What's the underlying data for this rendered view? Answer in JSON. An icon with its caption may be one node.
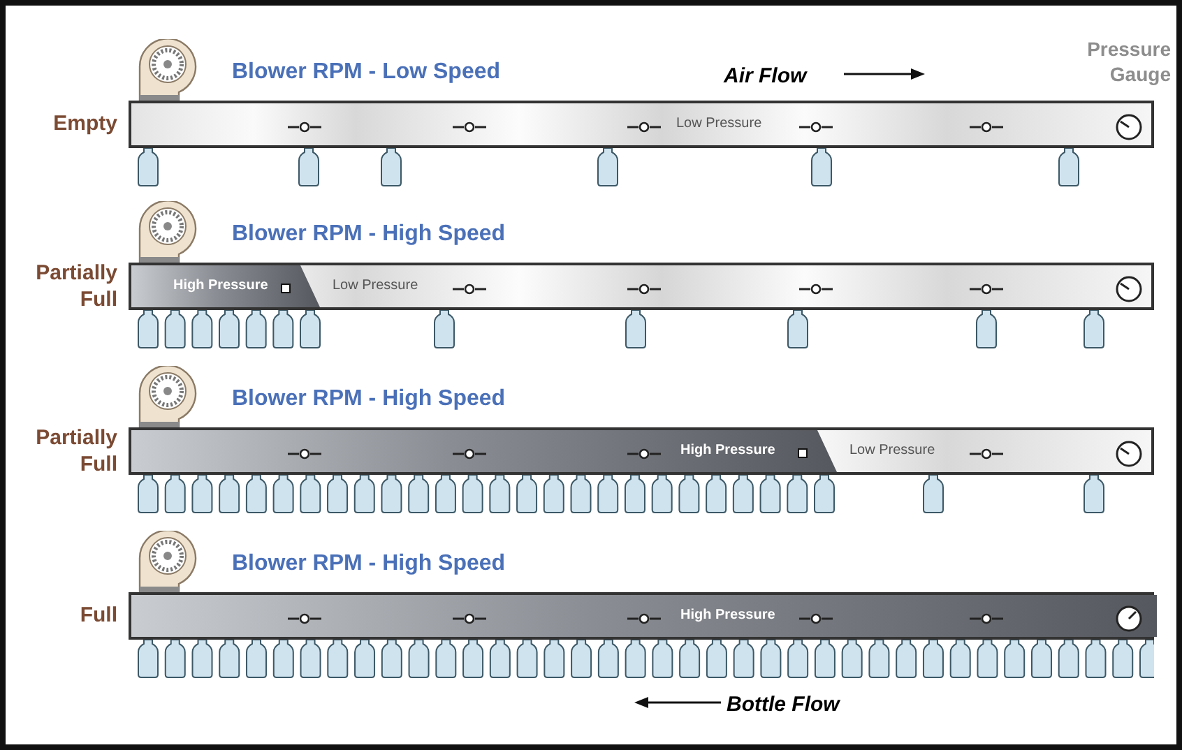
{
  "diagram": {
    "nodes": [
      {
        "text": [
          "Low Pressure"
        ],
        "beside": [
          "Empty",
          "Blower RPM - Low Speed"
        ]
      },
      {
        "text": [
          "High Pressure",
          "Low Pressure"
        ],
        "beside": [
          "Partially Full",
          "Blower RPM - High Speed"
        ]
      },
      {
        "text": [
          "High Pressure",
          "Low Pressure"
        ],
        "beside": [
          "Partially Full",
          "Blower RPM - High Speed"
        ]
      },
      {
        "text": [
          "High Pressure"
        ],
        "beside": [
          "Full",
          "Blower RPM - High Speed"
        ]
      }
    ],
    "labels": [
      "Air Flow",
      "Pressure Gauge",
      "Bottle Flow"
    ]
  }
}
